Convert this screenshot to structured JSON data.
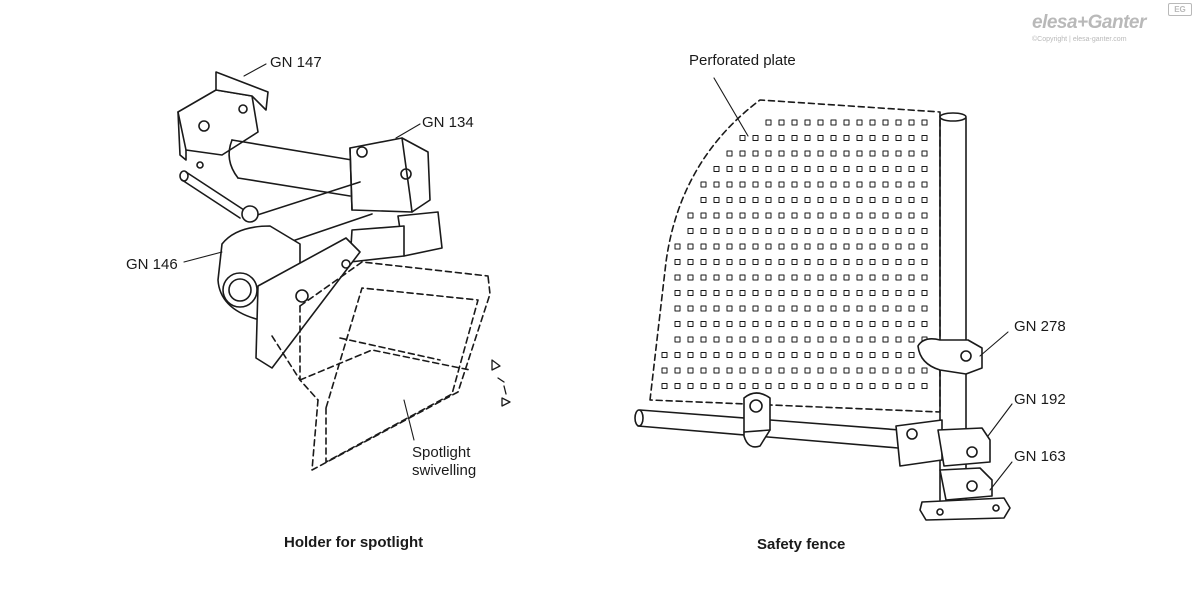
{
  "logo": {
    "brand": "elesa+Ganter",
    "copyright": "©Copyright | elesa-ganter.com",
    "badge": "EG"
  },
  "left_figure": {
    "caption": "Holder for spotlight",
    "labels": {
      "gn147": "GN 147",
      "gn134": "GN 134",
      "gn146": "GN 146",
      "spotlight": "Spotlight",
      "swivelling": "swivelling"
    }
  },
  "right_figure": {
    "caption": "Safety fence",
    "labels": {
      "perforated": "Perforated plate",
      "gn278": "GN 278",
      "gn192": "GN 192",
      "gn163": "GN 163"
    }
  }
}
